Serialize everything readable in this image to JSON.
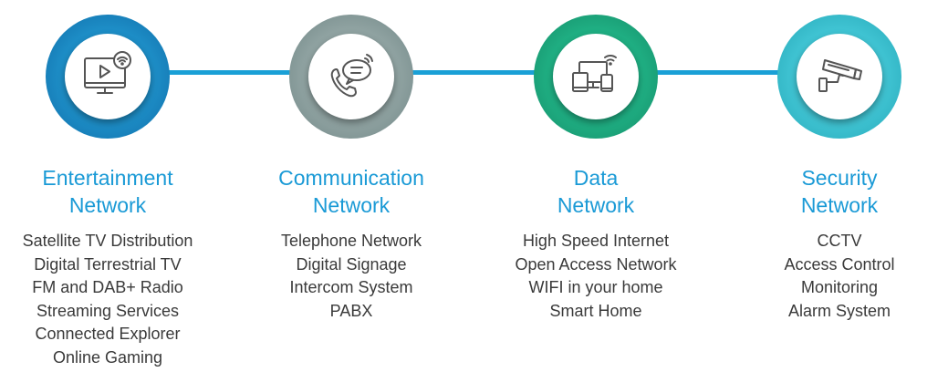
{
  "colors": {
    "connector": "#1aa0d6",
    "title_text": "#1a9ad6",
    "item_text": "#3a3a3a",
    "ring_entertainment": "#1d8dc6",
    "ring_communication": "#8fa2a1",
    "ring_data": "#1fae82",
    "ring_security": "#3fc3d2"
  },
  "columns": [
    {
      "icon": "tv-play-wifi-icon",
      "title_line1": "Entertainment",
      "title_line2": "Network",
      "items": [
        "Satellite TV Distribution",
        "Digital Terrestrial TV",
        "FM and DAB+ Radio",
        "Streaming Services",
        "Connected Explorer",
        "Online Gaming"
      ]
    },
    {
      "icon": "phone-chat-icon",
      "title_line1": "Communication",
      "title_line2": "Network",
      "items": [
        "Telephone Network",
        "Digital Signage",
        "Intercom System",
        "PABX"
      ]
    },
    {
      "icon": "devices-wifi-icon",
      "title_line1": "Data",
      "title_line2": "Network",
      "items": [
        "High Speed Internet",
        "Open Access Network",
        "WIFI in your home",
        "Smart Home"
      ]
    },
    {
      "icon": "cctv-camera-icon",
      "title_line1": "Security",
      "title_line2": "Network",
      "items": [
        "CCTV",
        "Access Control",
        "Monitoring",
        "Alarm System"
      ]
    }
  ]
}
